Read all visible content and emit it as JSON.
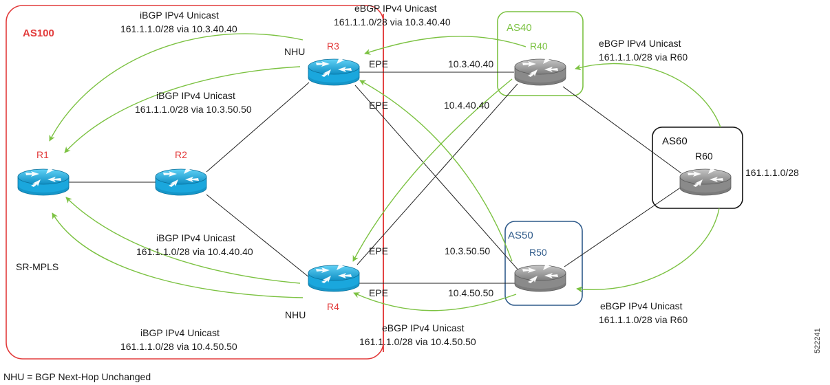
{
  "as100": {
    "label": "AS100",
    "color": "#e23b3b"
  },
  "as40": {
    "label": "AS40",
    "color": "#7cc242"
  },
  "as50": {
    "label": "AS50",
    "color": "#2e5a8a"
  },
  "as60": {
    "label": "AS60",
    "color": "#111111"
  },
  "routers": {
    "r1": "R1",
    "r2": "R2",
    "r3": "R3",
    "r4": "R4",
    "r40": "R40",
    "r50": "R50",
    "r60": "R60"
  },
  "router_colors": {
    "as100": "#1aa7dd",
    "peer": "#9a9a9a",
    "label_as100": "#e23b3b"
  },
  "annotations": {
    "nhu_r3": "NHU",
    "nhu_r4": "NHU",
    "sr_mpls": "SR-MPLS",
    "epe_r3_r40": "EPE",
    "epe_r3_r50": "EPE",
    "epe_r4_r40": "EPE",
    "epe_r4_r50": "EPE",
    "addr_r40_r3": "10.3.40.40",
    "addr_r40_r4": "10.4.40.40",
    "addr_r50_r3": "10.3.50.50",
    "addr_r50_r4": "10.4.50.50",
    "prefix_r60": "161.1.1.0/28",
    "legend": "NHU = BGP Next-Hop Unchanged",
    "figure_id": "522241"
  },
  "advertisements": {
    "ibgp_top_outer": {
      "line1": "iBGP IPv4 Unicast",
      "line2": "161.1.1.0/28 via 10.3.40.40"
    },
    "ibgp_top_inner": {
      "line1": "iBGP IPv4 Unicast",
      "line2": "161.1.1.0/28 via 10.3.50.50"
    },
    "ibgp_bot_inner": {
      "line1": "iBGP IPv4 Unicast",
      "line2": "161.1.1.0/28 via 10.4.40.40"
    },
    "ibgp_bot_outer": {
      "line1": "iBGP IPv4 Unicast",
      "line2": "161.1.1.0/28 via 10.4.50.50"
    },
    "ebgp_r40_r3": {
      "line1": "eBGP IPv4 Unicast",
      "line2": "161.1.1.0/28 via 10.3.40.40"
    },
    "ebgp_r50_r4": {
      "line1": "eBGP IPv4 Unicast",
      "line2": "161.1.1.0/28 via 10.4.50.50"
    },
    "ebgp_r60_r40": {
      "line1": "eBGP IPv4 Unicast",
      "line2": "161.1.1.0/28 via R60"
    },
    "ebgp_r60_r50": {
      "line1": "eBGP IPv4 Unicast",
      "line2": "161.1.1.0/28 via R60"
    }
  },
  "colors": {
    "arrow": "#7cc242",
    "link": "#222222",
    "divider": "#e23b3b"
  }
}
